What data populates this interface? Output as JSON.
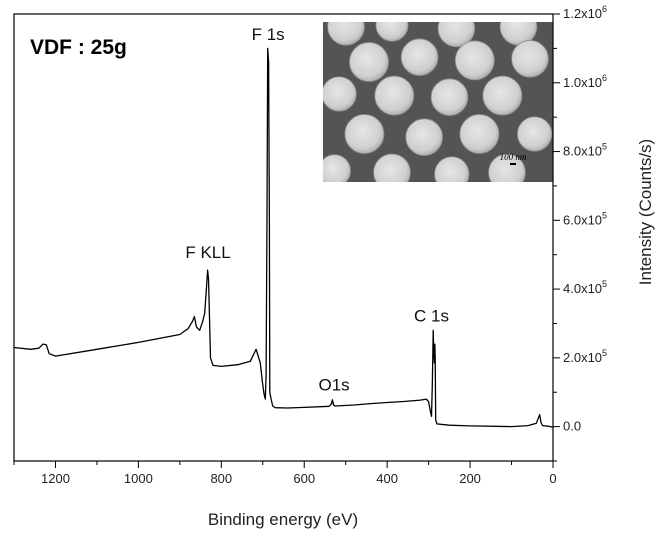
{
  "chart_data": {
    "type": "line",
    "title": "VDF : 25g",
    "xlabel": "Binding energy (eV)",
    "ylabel": "Intensity (Counts/s)",
    "xlim": [
      1300,
      0
    ],
    "ylim": [
      -100000,
      1200000
    ],
    "x_reversed": true,
    "y_axis_position": "right",
    "grid": false,
    "x_ticks": [
      {
        "value": 1200,
        "label": "1200"
      },
      {
        "value": 1000,
        "label": "1000"
      },
      {
        "value": 800,
        "label": "800"
      },
      {
        "value": 600,
        "label": "600"
      },
      {
        "value": 400,
        "label": "400"
      },
      {
        "value": 200,
        "label": "200"
      },
      {
        "value": 0,
        "label": "0"
      }
    ],
    "y_ticks": [
      {
        "value": 0,
        "label": "0.0"
      },
      {
        "value": 200000,
        "label": "2.0x10",
        "exp": "5"
      },
      {
        "value": 400000,
        "label": "4.0x10",
        "exp": "5"
      },
      {
        "value": 600000,
        "label": "6.0x10",
        "exp": "5"
      },
      {
        "value": 800000,
        "label": "8.0x10",
        "exp": "5"
      },
      {
        "value": 1000000,
        "label": "1.0x10",
        "exp": "6"
      },
      {
        "value": 1200000,
        "label": "1.2x10",
        "exp": "6"
      }
    ],
    "series": [
      {
        "color": "#000000",
        "points": [
          [
            1300,
            230000
          ],
          [
            1260,
            225000
          ],
          [
            1240,
            228000
          ],
          [
            1230,
            240000
          ],
          [
            1222,
            238000
          ],
          [
            1215,
            212000
          ],
          [
            1200,
            205000
          ],
          [
            1100,
            225000
          ],
          [
            1000,
            245000
          ],
          [
            900,
            268000
          ],
          [
            880,
            285000
          ],
          [
            870,
            305000
          ],
          [
            865,
            320000
          ],
          [
            860,
            290000
          ],
          [
            852,
            280000
          ],
          [
            845,
            305000
          ],
          [
            840,
            330000
          ],
          [
            836,
            400000
          ],
          [
            833,
            455000
          ],
          [
            831,
            430000
          ],
          [
            829,
            340000
          ],
          [
            826,
            200000
          ],
          [
            820,
            178000
          ],
          [
            800,
            175000
          ],
          [
            760,
            180000
          ],
          [
            730,
            190000
          ],
          [
            722,
            210000
          ],
          [
            716,
            225000
          ],
          [
            711,
            205000
          ],
          [
            706,
            185000
          ],
          [
            701,
            130000
          ],
          [
            697,
            95000
          ],
          [
            694,
            80000
          ],
          [
            692,
            150000
          ],
          [
            690,
            560000
          ],
          [
            688,
            1100000
          ],
          [
            686,
            1060000
          ],
          [
            684,
            580000
          ],
          [
            683,
            100000
          ],
          [
            680,
            80000
          ],
          [
            676,
            60000
          ],
          [
            670,
            55000
          ],
          [
            640,
            54000
          ],
          [
            600,
            56000
          ],
          [
            560,
            58000
          ],
          [
            540,
            59000
          ],
          [
            535,
            65000
          ],
          [
            532,
            78000
          ],
          [
            529,
            62000
          ],
          [
            525,
            60000
          ],
          [
            480,
            63000
          ],
          [
            440,
            67000
          ],
          [
            400,
            70000
          ],
          [
            360,
            73000
          ],
          [
            320,
            77000
          ],
          [
            305,
            80000
          ],
          [
            300,
            72000
          ],
          [
            296,
            45000
          ],
          [
            293,
            30000
          ],
          [
            291,
            120000
          ],
          [
            289,
            280000
          ],
          [
            288,
            232000
          ],
          [
            286,
            185000
          ],
          [
            285,
            240000
          ],
          [
            284,
            200000
          ],
          [
            283,
            20000
          ],
          [
            280,
            8000
          ],
          [
            250,
            4000
          ],
          [
            200,
            2000
          ],
          [
            100,
            0
          ],
          [
            60,
            3000
          ],
          [
            40,
            10000
          ],
          [
            35,
            26000
          ],
          [
            32,
            35000
          ],
          [
            29,
            12000
          ],
          [
            25,
            3000
          ],
          [
            10,
            1000
          ],
          [
            0,
            -2000
          ]
        ]
      }
    ],
    "annotations": [
      {
        "text": "F 1s",
        "x": 687,
        "y": 1125000
      },
      {
        "text": "F KLL",
        "x": 832,
        "y": 490000
      },
      {
        "text": "C 1s",
        "x": 293,
        "y": 305000
      },
      {
        "text": "O1s",
        "x": 528,
        "y": 105000
      }
    ],
    "inset": {
      "kind": "SEM micrograph",
      "scale_bar_label": "100 nm",
      "spheres": [
        {
          "cx": 0.1,
          "cy": 0.03,
          "r": 0.08
        },
        {
          "cx": 0.3,
          "cy": 0.02,
          "r": 0.07
        },
        {
          "cx": 0.58,
          "cy": 0.04,
          "r": 0.08
        },
        {
          "cx": 0.85,
          "cy": 0.03,
          "r": 0.08
        },
        {
          "cx": 0.2,
          "cy": 0.25,
          "r": 0.085
        },
        {
          "cx": 0.42,
          "cy": 0.22,
          "r": 0.08
        },
        {
          "cx": 0.66,
          "cy": 0.24,
          "r": 0.085
        },
        {
          "cx": 0.9,
          "cy": 0.23,
          "r": 0.08
        },
        {
          "cx": 0.07,
          "cy": 0.45,
          "r": 0.075
        },
        {
          "cx": 0.31,
          "cy": 0.46,
          "r": 0.085
        },
        {
          "cx": 0.55,
          "cy": 0.47,
          "r": 0.08
        },
        {
          "cx": 0.78,
          "cy": 0.46,
          "r": 0.085
        },
        {
          "cx": 0.18,
          "cy": 0.7,
          "r": 0.085
        },
        {
          "cx": 0.44,
          "cy": 0.72,
          "r": 0.08
        },
        {
          "cx": 0.68,
          "cy": 0.7,
          "r": 0.085
        },
        {
          "cx": 0.92,
          "cy": 0.7,
          "r": 0.075
        },
        {
          "cx": 0.05,
          "cy": 0.93,
          "r": 0.07
        },
        {
          "cx": 0.3,
          "cy": 0.94,
          "r": 0.08
        },
        {
          "cx": 0.56,
          "cy": 0.95,
          "r": 0.075
        },
        {
          "cx": 0.8,
          "cy": 0.94,
          "r": 0.08
        }
      ]
    }
  }
}
